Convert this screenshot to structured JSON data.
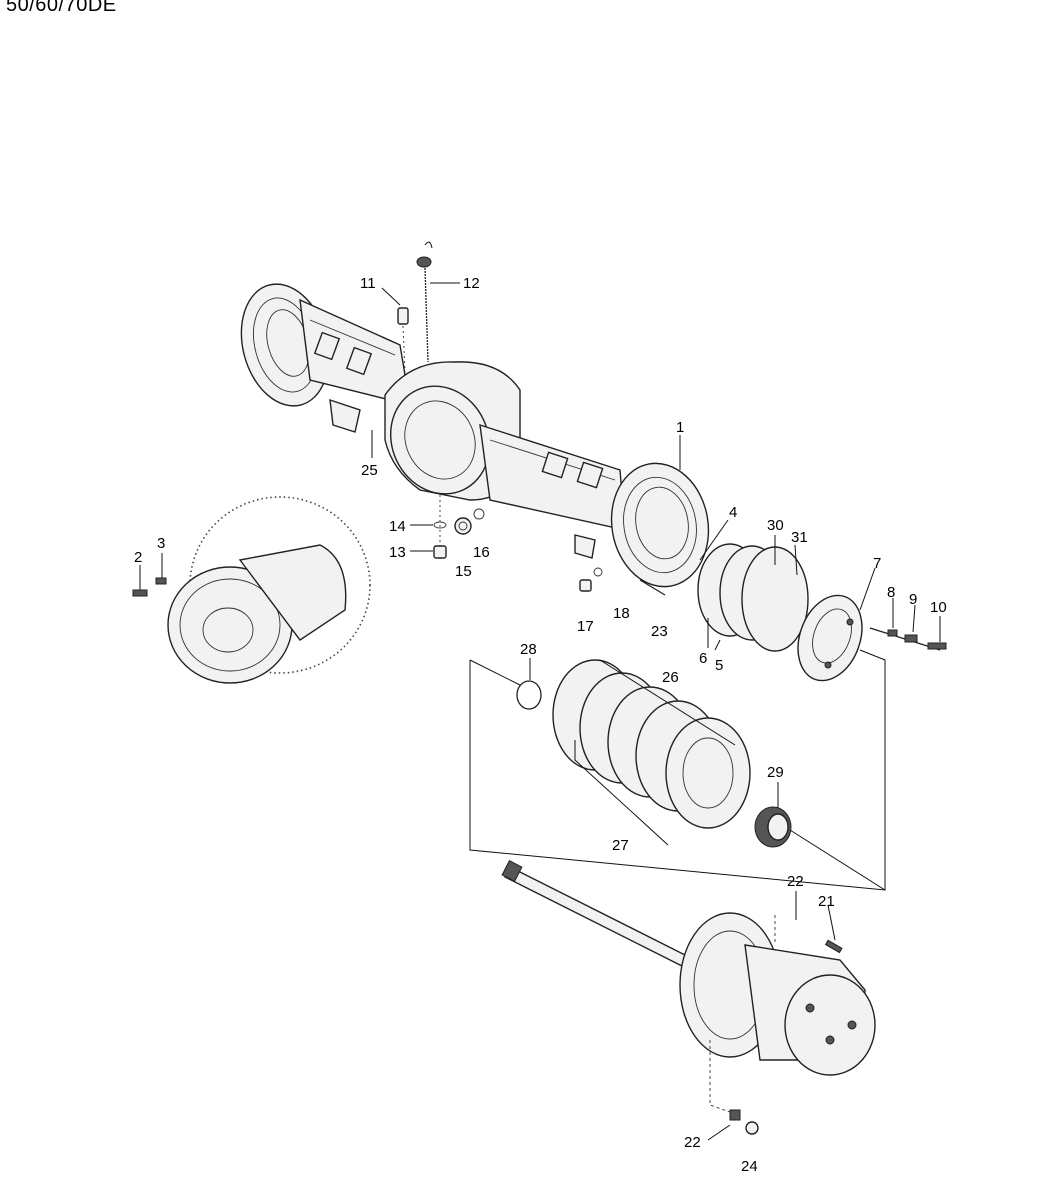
{
  "header": {
    "model_text": "50/60/70DE"
  },
  "callouts": [
    {
      "id": "c1",
      "label": "1"
    },
    {
      "id": "c2",
      "label": "2"
    },
    {
      "id": "c3",
      "label": "3"
    },
    {
      "id": "c4",
      "label": "4"
    },
    {
      "id": "c5",
      "label": "5"
    },
    {
      "id": "c6",
      "label": "6"
    },
    {
      "id": "c7",
      "label": "7"
    },
    {
      "id": "c8",
      "label": "8"
    },
    {
      "id": "c9",
      "label": "9"
    },
    {
      "id": "c10",
      "label": "10"
    },
    {
      "id": "c11",
      "label": "11"
    },
    {
      "id": "c12",
      "label": "12"
    },
    {
      "id": "c13",
      "label": "13"
    },
    {
      "id": "c14",
      "label": "14"
    },
    {
      "id": "c15",
      "label": "15"
    },
    {
      "id": "c16",
      "label": "16"
    },
    {
      "id": "c17",
      "label": "17"
    },
    {
      "id": "c18",
      "label": "18"
    },
    {
      "id": "c21",
      "label": "21"
    },
    {
      "id": "c22a",
      "label": "22"
    },
    {
      "id": "c22b",
      "label": "22"
    },
    {
      "id": "c23",
      "label": "23"
    },
    {
      "id": "c24",
      "label": "24"
    },
    {
      "id": "c25",
      "label": "25"
    },
    {
      "id": "c26",
      "label": "26"
    },
    {
      "id": "c27",
      "label": "27"
    },
    {
      "id": "c28",
      "label": "28"
    },
    {
      "id": "c29",
      "label": "29"
    },
    {
      "id": "c30",
      "label": "30"
    },
    {
      "id": "c31",
      "label": "31"
    }
  ]
}
